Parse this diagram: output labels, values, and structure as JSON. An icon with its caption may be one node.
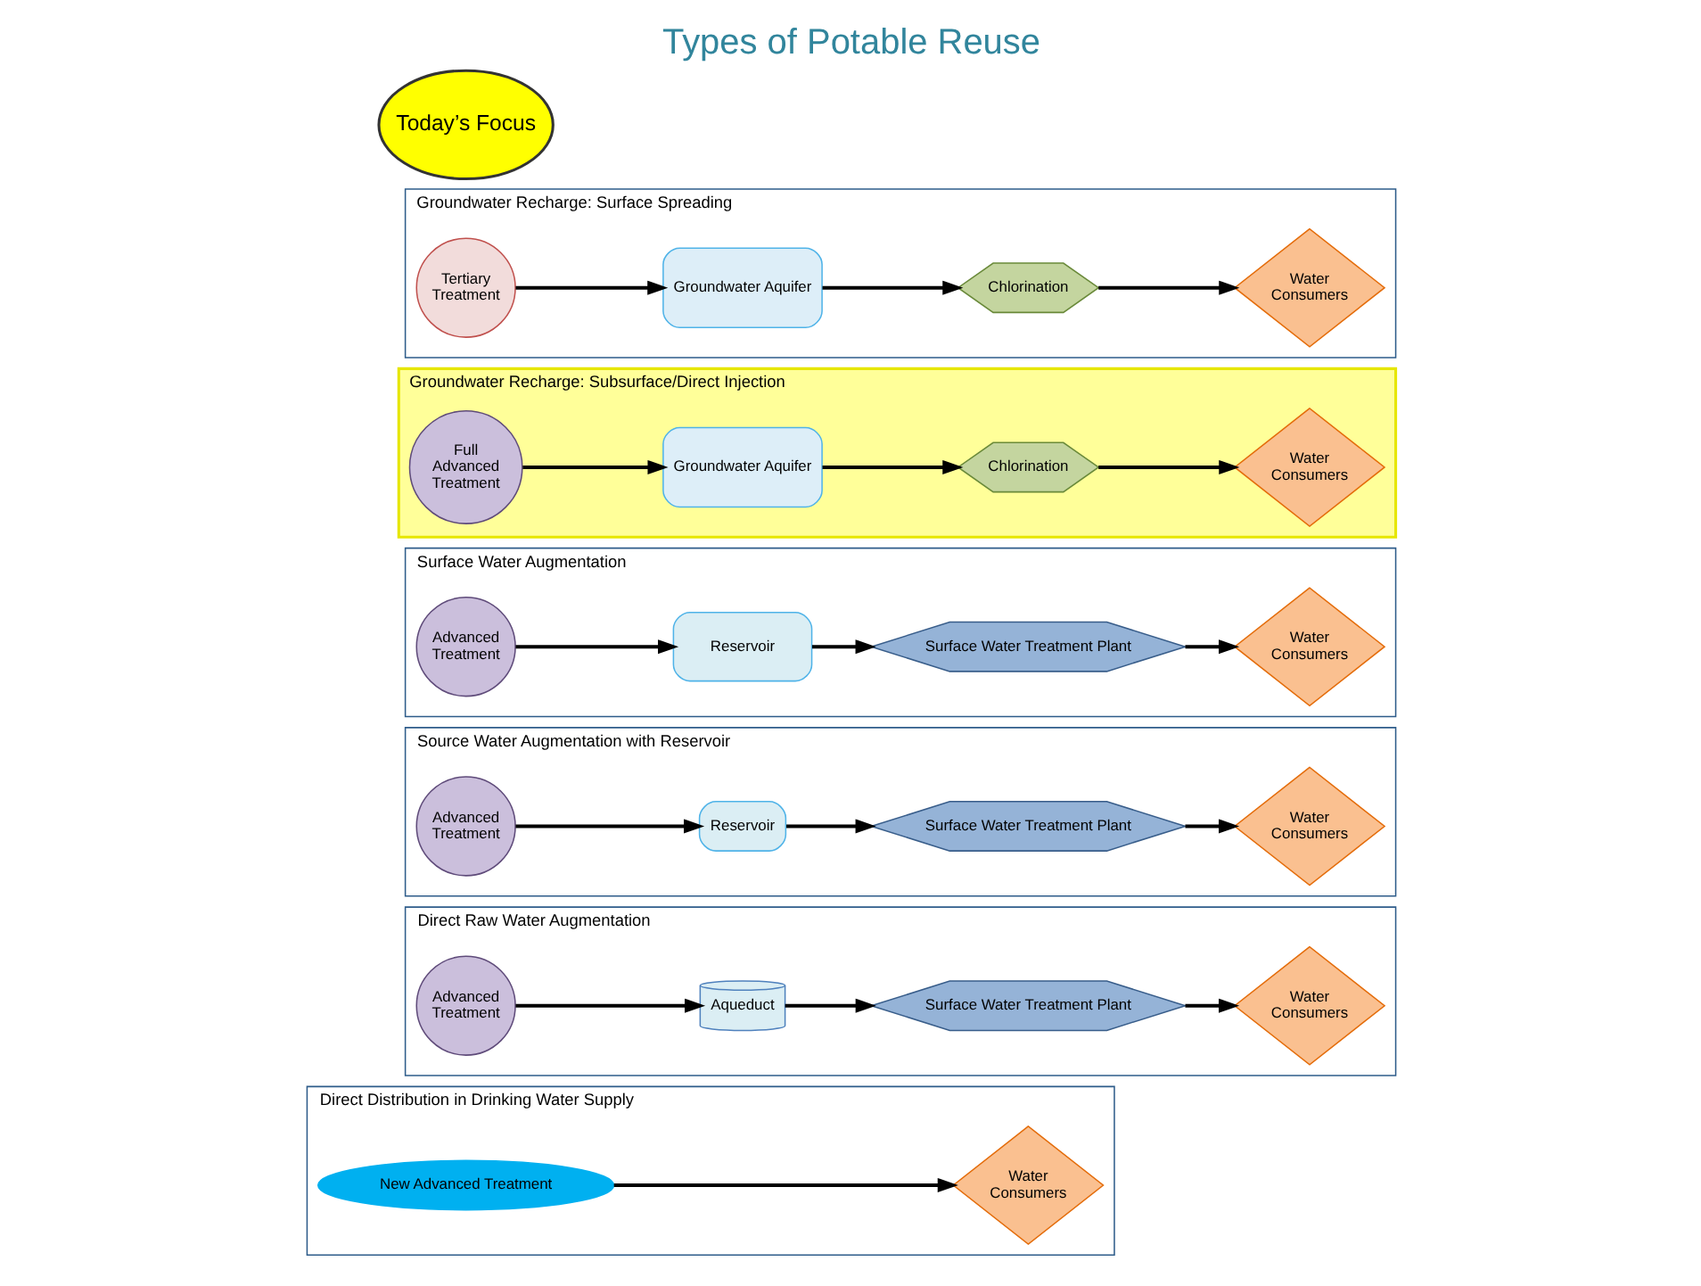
{
  "diagram": {
    "title": "Types of Potable Reuse",
    "nodes": [
      {
        "text": [
          "Today’s Focus"
        ]
      },
      {
        "text": [
          "Groundwater Recharge: Surface Spreading"
        ]
      },
      {
        "text": [
          "Tertiary Treatment"
        ],
        "in": 1
      },
      {
        "text": [
          "Groundwater Aquifer"
        ],
        "in": 1
      },
      {
        "text": [
          "Chlorination"
        ],
        "in": 1
      },
      {
        "text": [
          "Water Consumers"
        ],
        "in": 1
      },
      {
        "text": [
          "Groundwater Recharge: Subsurface/Direct Injection"
        ]
      },
      {
        "text": [
          "Full Advanced Treatment"
        ],
        "in": 6
      },
      {
        "text": [
          "Groundwater Aquifer"
        ],
        "in": 6
      },
      {
        "text": [
          "Chlorination"
        ],
        "in": 6
      },
      {
        "text": [
          "Water Consumers"
        ],
        "in": 6
      },
      {
        "text": [
          "Surface Water Augmentation"
        ]
      },
      {
        "text": [
          "Advanced Treatment"
        ],
        "in": 11
      },
      {
        "text": [
          "Reservoir"
        ],
        "in": 11
      },
      {
        "text": [
          "Surface Water Treatment Plant"
        ],
        "in": 11
      },
      {
        "text": [
          "Water Consumers"
        ],
        "in": 11
      },
      {
        "text": [
          "Source Water Augmentation with Reservoir"
        ]
      },
      {
        "text": [
          "Advanced Treatment"
        ],
        "in": 16
      },
      {
        "text": [
          "Reservoir"
        ],
        "in": 16
      },
      {
        "text": [
          "Surface Water Treatment Plant"
        ],
        "in": 16
      },
      {
        "text": [
          "Water Consumers"
        ],
        "in": 16
      },
      {
        "text": [
          "Direct Raw Water Augmentation"
        ]
      },
      {
        "text": [
          "Advanced Treatment"
        ],
        "in": 21
      },
      {
        "text": [
          "Aqueduct"
        ],
        "in": 21
      },
      {
        "text": [
          "Surface Water Treatment Plant"
        ],
        "in": 21
      },
      {
        "text": [
          "Water Consumers"
        ],
        "in": 21
      },
      {
        "text": [
          "Direct Distribution in Drinking Water Supply"
        ]
      },
      {
        "text": [
          "New Advanced Treatment"
        ],
        "in": 26
      },
      {
        "text": [
          "Water Consumers"
        ],
        "in": 26
      }
    ],
    "edges": [
      {
        "from": 2,
        "to": 3,
        "arrow": "to"
      },
      {
        "from": 3,
        "to": 4,
        "arrow": "to"
      },
      {
        "from": 4,
        "to": 5,
        "arrow": "to"
      },
      {
        "from": 7,
        "to": 8,
        "arrow": "to"
      },
      {
        "from": 8,
        "to": 9,
        "arrow": "to"
      },
      {
        "from": 9,
        "to": 10,
        "arrow": "to"
      },
      {
        "from": 12,
        "to": 13,
        "arrow": "to"
      },
      {
        "from": 13,
        "to": 14,
        "arrow": "to"
      },
      {
        "from": 14,
        "to": 15,
        "arrow": "to"
      },
      {
        "from": 17,
        "to": 18,
        "arrow": "to"
      },
      {
        "from": 18,
        "to": 19,
        "arrow": "to"
      },
      {
        "from": 19,
        "to": 20,
        "arrow": "to"
      },
      {
        "from": 22,
        "to": 23,
        "arrow": "to"
      },
      {
        "from": 23,
        "to": 24,
        "arrow": "to"
      },
      {
        "from": 24,
        "to": 25,
        "arrow": "to"
      },
      {
        "from": 27,
        "to": 28,
        "arrow": "to"
      }
    ]
  }
}
